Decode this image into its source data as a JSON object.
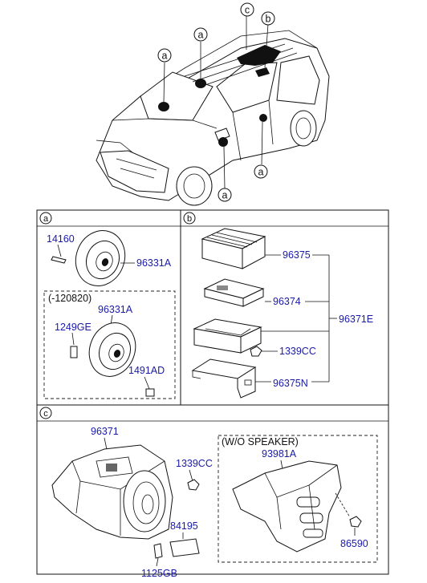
{
  "car": {
    "callouts": [
      "a",
      "a",
      "c",
      "b",
      "a",
      "a"
    ]
  },
  "panel_a": {
    "tag": "a",
    "p14160": "14160",
    "p96331a_top": "96331A",
    "variant_label": "(-120820)",
    "p96331a_inner": "96331A",
    "p1249ge": "1249GE",
    "p1491ad": "1491AD"
  },
  "panel_b": {
    "tag": "b",
    "p96375": "96375",
    "p96374": "96374",
    "p96371e": "96371E",
    "p1339cc": "1339CC",
    "p96375n": "96375N"
  },
  "panel_c": {
    "tag": "c",
    "p96371": "96371",
    "p1339cc": "1339CC",
    "p84195": "84195",
    "p1125gb": "1125GB",
    "variant_label": "(W/O SPEAKER)",
    "p93981a": "93981A",
    "p86590": "86590"
  }
}
